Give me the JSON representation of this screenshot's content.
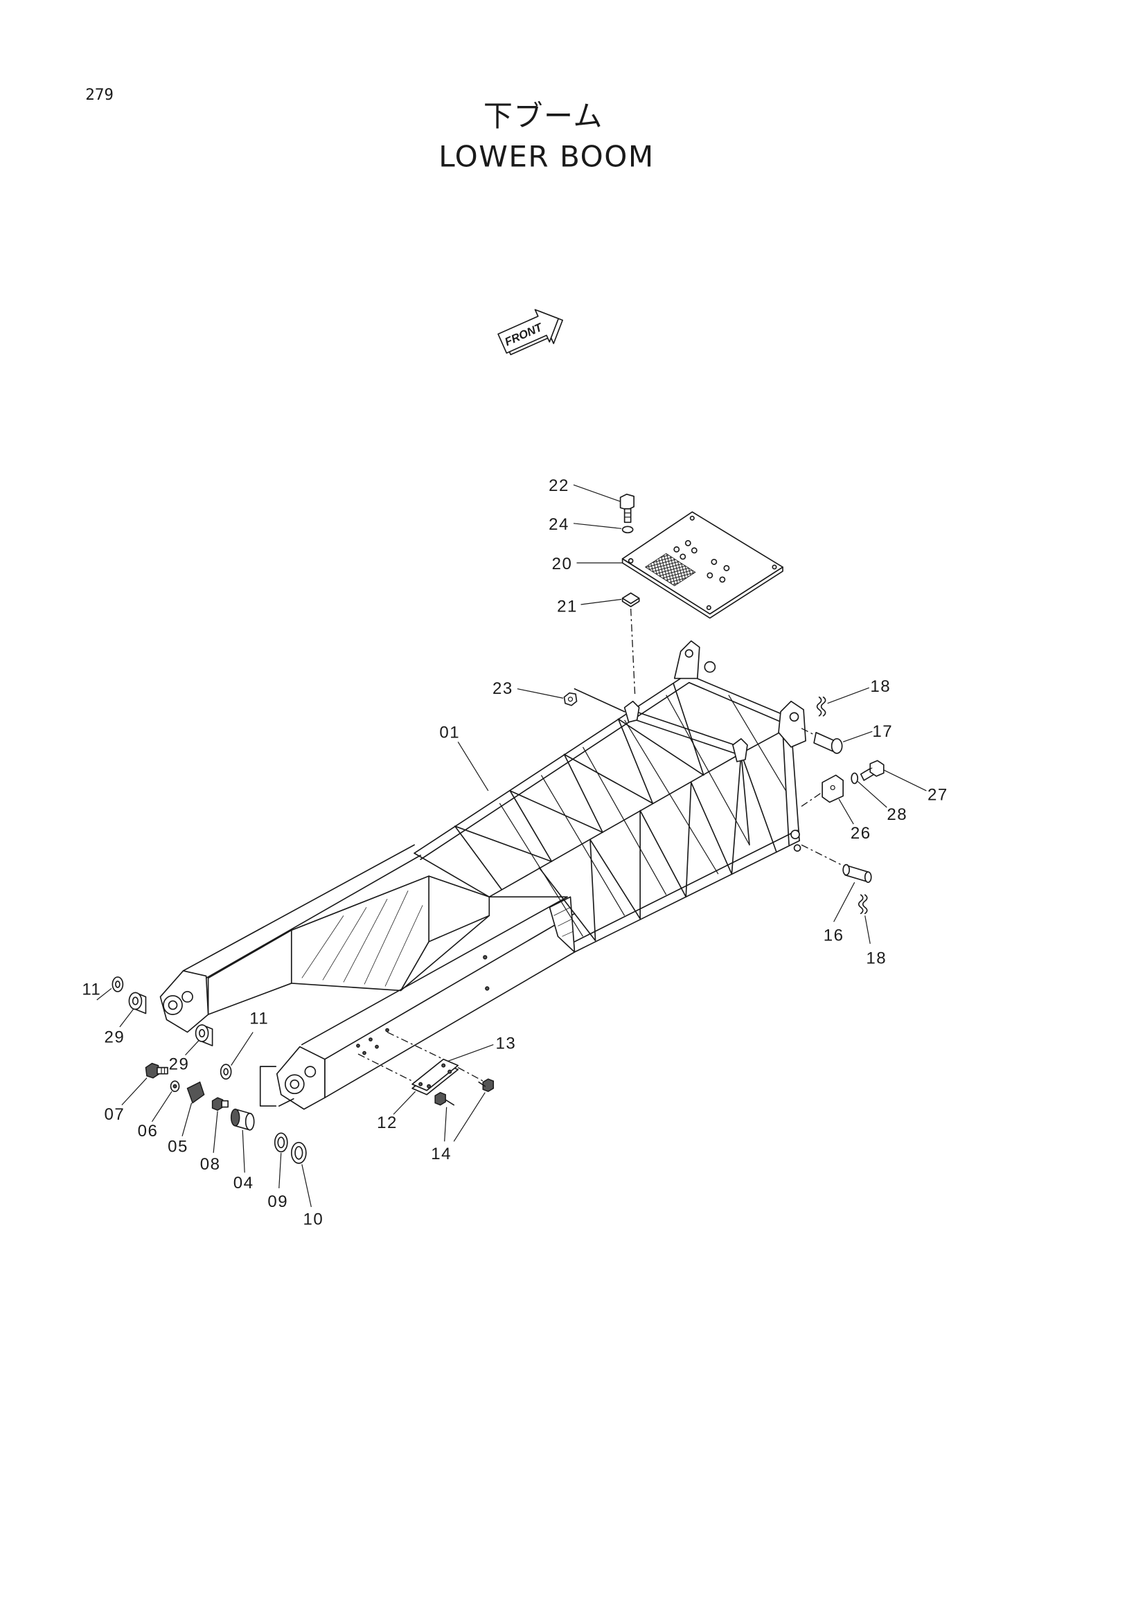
{
  "page_number": "279",
  "title_jp": "下ブーム",
  "title_en": "LOWER BOOM",
  "front_label": "FRONT",
  "callouts": [
    "22",
    "24",
    "20",
    "21",
    "23",
    "01",
    "18",
    "17",
    "27",
    "28",
    "26",
    "16",
    "18",
    "11",
    "29",
    "11",
    "29",
    "13",
    "07",
    "06",
    "05",
    "08",
    "04",
    "12",
    "14",
    "09",
    "10"
  ],
  "colors": {
    "ink": "#1a1a1a",
    "paper": "#ffffff"
  }
}
